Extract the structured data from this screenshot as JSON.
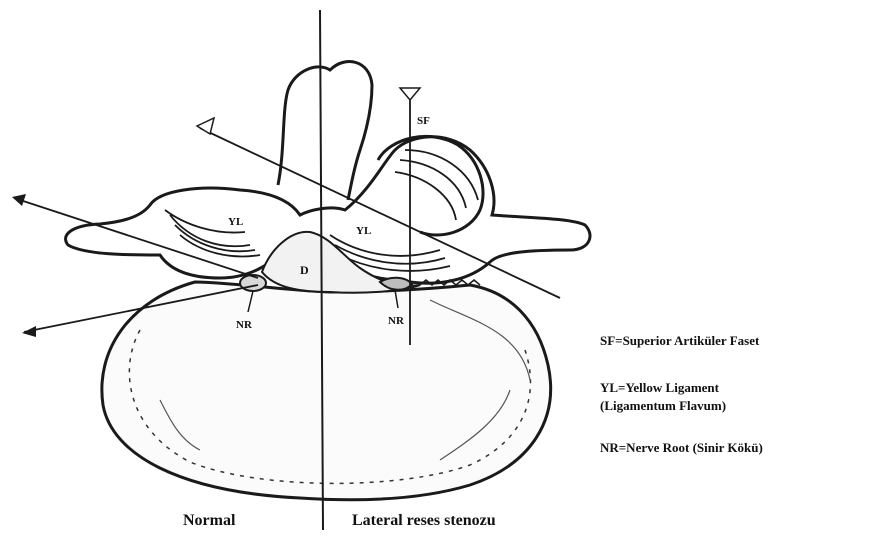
{
  "labels": {
    "sf": "SF",
    "yl_left": "YL",
    "yl_right": "YL",
    "d": "D",
    "nr_left": "NR",
    "nr_right": "NR"
  },
  "legend": {
    "sf": "SF=Superior Artiküler Faset",
    "yl_line1": "YL=Yellow Ligament",
    "yl_line2": "(Ligamentum Flavum)",
    "nr": "NR=Nerve Root (Sinir Kökü)"
  },
  "captions": {
    "left": "Normal",
    "right": "Lateral reses stenozu"
  },
  "colors": {
    "ink": "#1a1a1a",
    "shade": "#555555"
  }
}
